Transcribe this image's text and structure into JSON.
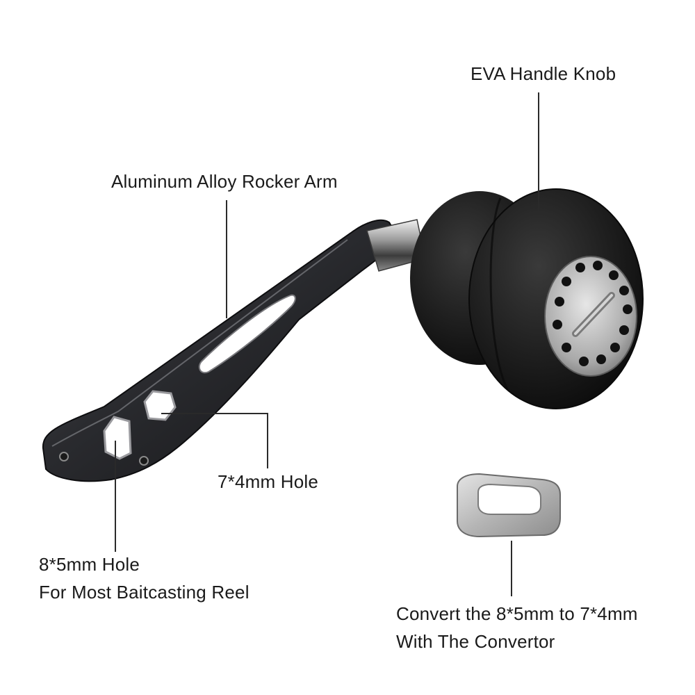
{
  "callouts": {
    "knob": {
      "text": "EVA Handle Knob"
    },
    "arm": {
      "text": "Aluminum Alloy Rocker Arm"
    },
    "small_hole": {
      "text": "7*4mm Hole"
    },
    "large_hole": {
      "line1": "8*5mm Hole",
      "line2": "For Most Baitcasting Reel"
    },
    "convertor": {
      "line1": "Convert the 8*5mm to 7*4mm",
      "line2": "With The Convertor"
    }
  },
  "colors": {
    "background": "#ffffff",
    "text": "#1a1a1a",
    "arm_metal": "#2b2b2e",
    "knob_foam": "#1c1c1c",
    "cap_metal": "#b9b9b9",
    "convertor_metal": "#c8c8c8"
  }
}
